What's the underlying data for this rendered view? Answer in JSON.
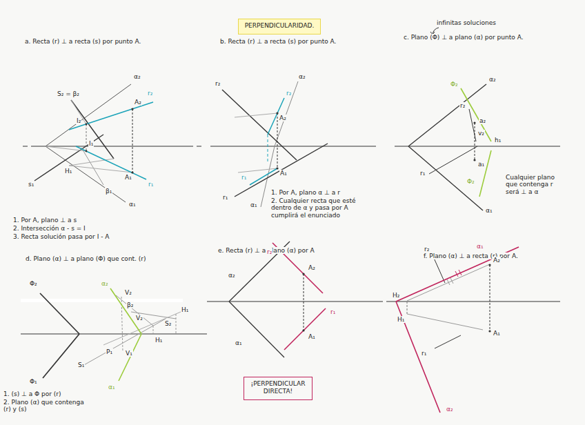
{
  "diagram": {
    "nodes": [
      {
        "text": [
          "PERPENDICULARIDAD."
        ]
      },
      {
        "text": [
          "¡PERPENDICULAR DIRECTA!"
        ]
      }
    ],
    "edges": [],
    "labels": [
      "a. Recta (r) ⊥ a recta (s) por punto A.",
      "S₂ = β₂",
      "α₂",
      "r₂",
      "A₂",
      "I₂",
      "I₁",
      "H₁",
      "A₁",
      "r₁",
      "s₁",
      "β₁",
      "α₁",
      "1. Por A, plano ⊥ a s",
      "2. Intersección α - s = I",
      "3. Recta solución pasa por I - A",
      "b. Recta (r) ⊥ a recta (s) por punto A.",
      "r₂",
      "α₂",
      "A₂",
      "r₂",
      "A₁",
      "r₁",
      "r₁",
      "α₁",
      "1. Por A, plano α ⊥ a r",
      "2. Cualquier recta que esté dentro de α y pasa por A cumplirá el enunciado",
      "infinitas soluciones",
      "c. Plano (Φ) ⊥ a plano (α) por punto A.",
      "Φ₂",
      "α₂",
      "r₂",
      "a₂",
      "v₂",
      "h₁",
      "a₁",
      "r₁",
      "Φ₂",
      "α₁",
      "Cualquier plano que contenga r será ⊥ a α",
      "d. Plano (α) ⊥ a plano (Φ) que cont. (r)",
      "Φ₂",
      "α₂",
      "V₂",
      "β₂",
      "V₂",
      "S₂",
      "H₁",
      "H₁",
      "P₁",
      "V₁",
      "S₁",
      "Φ₁",
      "α₁",
      "1. (s) ⊥ a Φ por (r)",
      "2. Plano (α) que contenga (r) y (s)",
      "e. Recta (r) ⊥ a plano (α) por A",
      "α₂",
      "r₂",
      "A₂",
      "r₁",
      "A₁",
      "α₁",
      "f. Plano (α) ⊥ a recta (r) por A.",
      "r₂",
      "α₁",
      "A₂",
      "H₂",
      "H₁",
      "A₁",
      "r₁",
      "α₂"
    ]
  }
}
